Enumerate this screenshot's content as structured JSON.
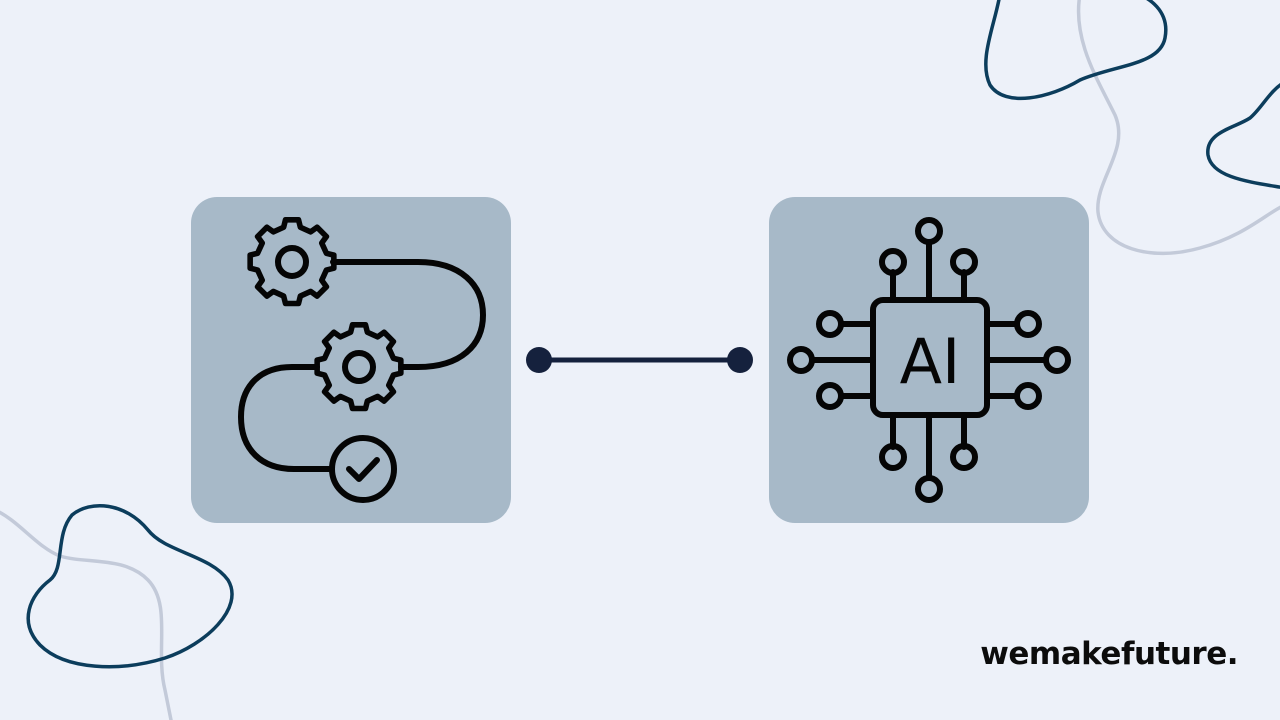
{
  "colors": {
    "background": "#edf1f9",
    "card": "#a7b9c8",
    "icon_stroke": "#050505",
    "connector": "#15213d",
    "blob_dark": "#0c3d5c",
    "blob_light": "#c3cad9"
  },
  "nodes": [
    {
      "icon": "workflow-gears-icon"
    },
    {
      "icon": "ai-chip-icon",
      "label": "AI"
    }
  ],
  "connector": {
    "icon": "connector-line"
  },
  "brand": {
    "text": "wemakefuture."
  }
}
